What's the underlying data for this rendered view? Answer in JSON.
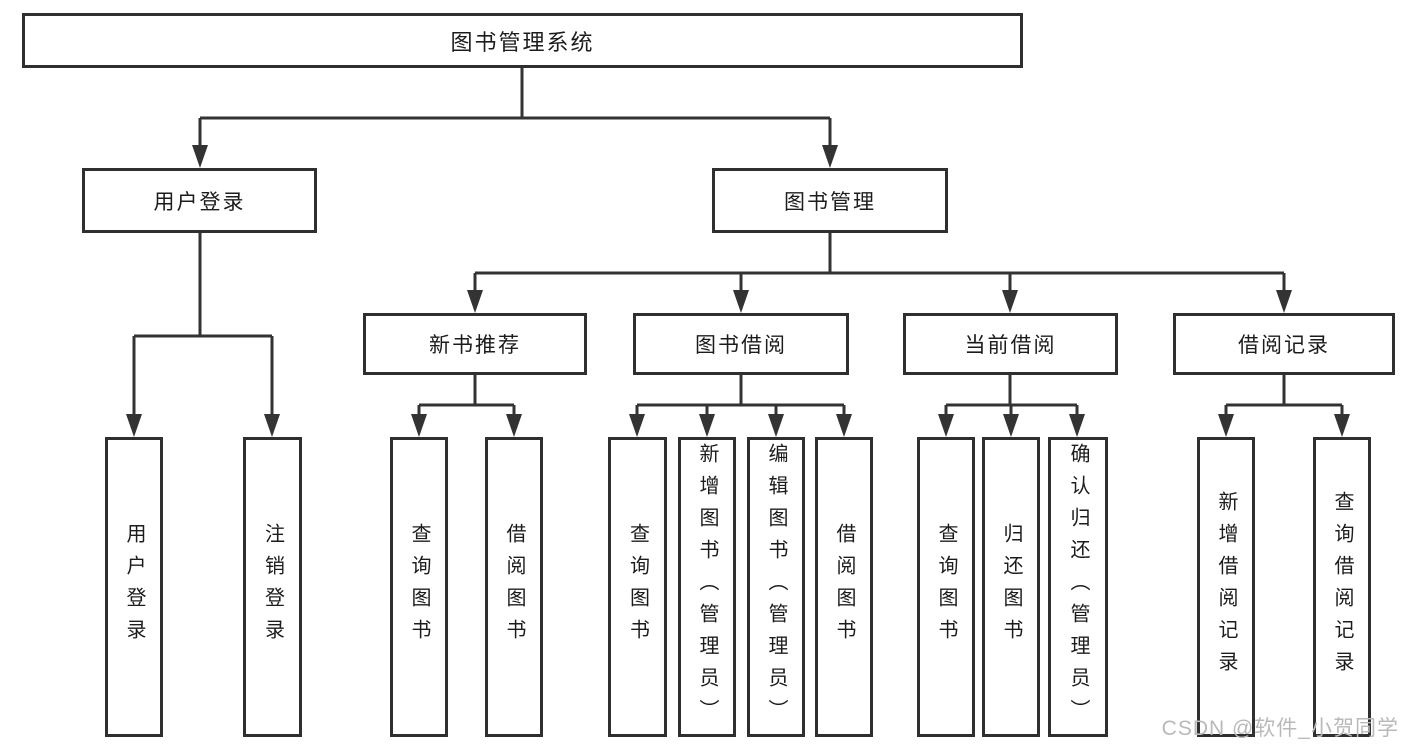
{
  "diagram": {
    "type": "tree",
    "orientation": "top-down"
  },
  "colors": {
    "line": "#333333",
    "box_border": "#2f2f2f",
    "text": "#1c1c1c",
    "watermark": "#b9b9b9",
    "background": "#ffffff"
  },
  "tree": {
    "root": {
      "label": "图书管理系统"
    },
    "branches": [
      {
        "label": "用户登录",
        "children": [
          {
            "label": "用户登录"
          },
          {
            "label": "注销登录"
          }
        ]
      },
      {
        "label": "图书管理",
        "children": [
          {
            "label": "新书推荐",
            "children": [
              {
                "label": "查询图书"
              },
              {
                "label": "借阅图书"
              }
            ]
          },
          {
            "label": "图书借阅",
            "children": [
              {
                "label": "查询图书"
              },
              {
                "label": "新增图书（管理员）"
              },
              {
                "label": "编辑图书（管理员）"
              },
              {
                "label": "借阅图书"
              }
            ]
          },
          {
            "label": "当前借阅",
            "children": [
              {
                "label": "查询图书"
              },
              {
                "label": "归还图书"
              },
              {
                "label": "确认归还（管理员）"
              }
            ]
          },
          {
            "label": "借阅记录",
            "children": [
              {
                "label": "新增借阅记录"
              },
              {
                "label": "查询借阅记录"
              }
            ]
          }
        ]
      }
    ]
  },
  "watermark": {
    "text": "CSDN @软件_小贺同学"
  }
}
